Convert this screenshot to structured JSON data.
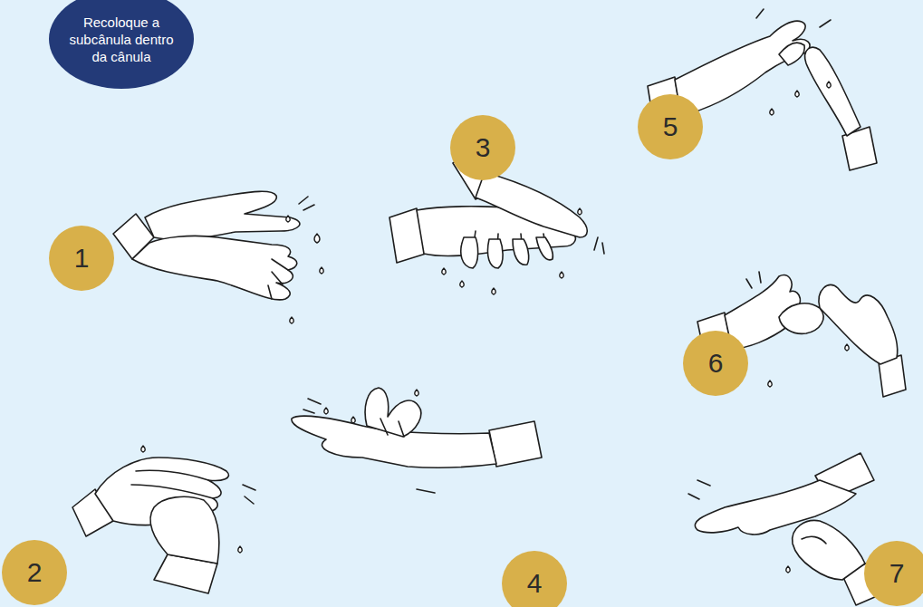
{
  "diagram": {
    "nodes": [
      {
        "text": [
          "Recoloque a subcânula dentro da cânula"
        ]
      },
      {
        "text": [
          "1"
        ]
      },
      {
        "text": [
          "2"
        ]
      },
      {
        "text": [
          "3"
        ]
      },
      {
        "text": [
          "4"
        ]
      },
      {
        "text": [
          "5"
        ]
      },
      {
        "text": [
          "6"
        ]
      },
      {
        "text": [
          "7"
        ]
      }
    ]
  }
}
